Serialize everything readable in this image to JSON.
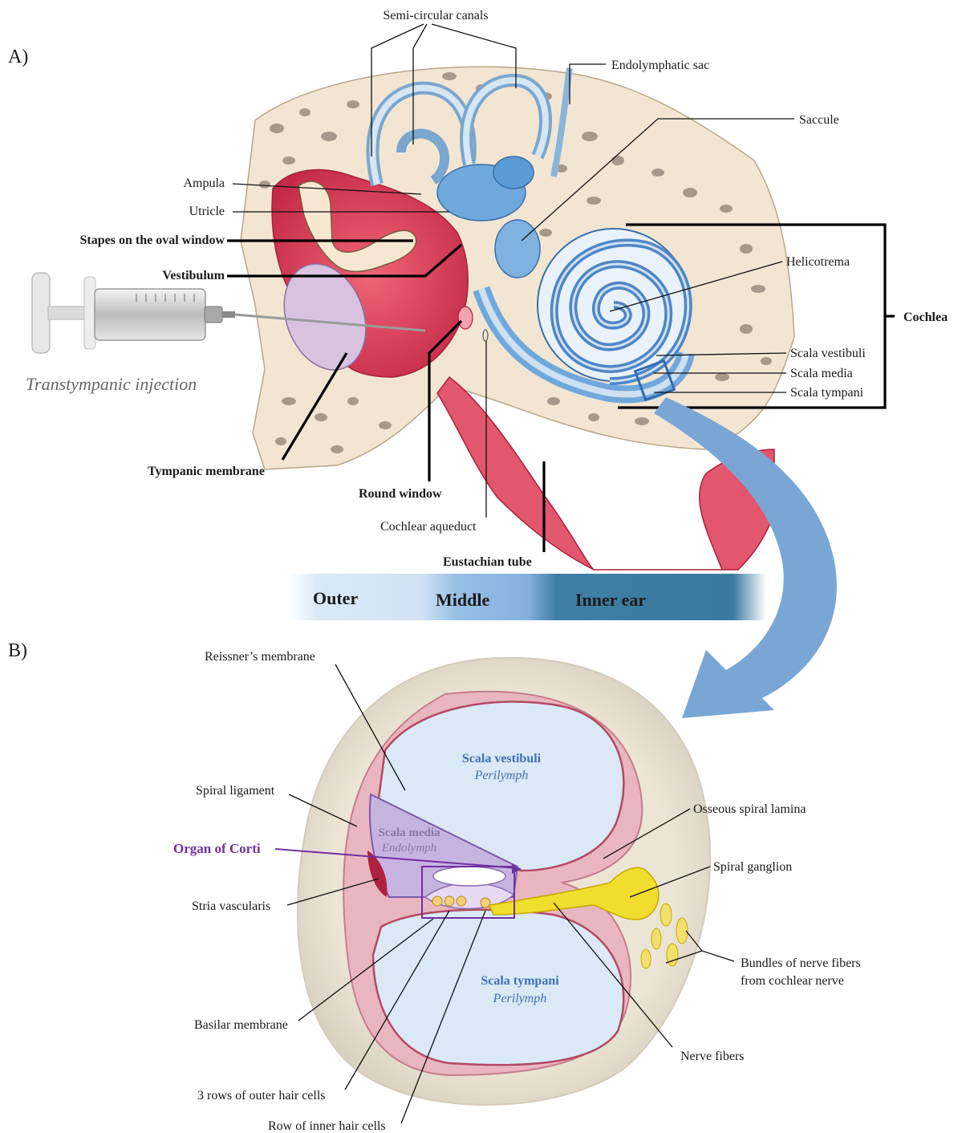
{
  "panels": {
    "a": "A)",
    "b": "B)"
  },
  "panel_a": {
    "labels": {
      "semicircular": "Semi-circular canals",
      "endolymphatic_sac": "Endolymphatic sac",
      "saccule": "Saccule",
      "ampula": "Ampula",
      "utricle": "Utricle",
      "stapes": "Stapes on the oval window",
      "vestibulum": "Vestibulum",
      "helicotrema": "Helicotrema",
      "cochlea": "Cochlea",
      "scala_vestibuli": "Scala vestibuli",
      "scala_media": "Scala media",
      "scala_tympani": "Scala tympani",
      "injection": "Transtympanic injection",
      "tympanic_membrane": "Tympanic membrane",
      "round_window": "Round window",
      "cochlear_aqueduct": "Cochlear aqueduct",
      "eustachian_tube": "Eustachian tube"
    },
    "regions": {
      "outer": "Outer",
      "middle": "Middle",
      "inner": "Inner ear"
    }
  },
  "panel_b": {
    "labels": {
      "reissner": "Reissner’s membrane",
      "spiral_ligament": "Spiral ligament",
      "organ_of_corti": "Organ of Corti",
      "stria_vascularis": "Stria vascularis",
      "basilar_membrane": "Basilar membrane",
      "outer_hair_cells": "3 rows of outer hair cells",
      "inner_hair_cells": "Row of inner hair cells",
      "osseous_lamina": "Osseous spiral lamina",
      "spiral_ganglion": "Spiral ganglion",
      "nerve_bundles_1": "Bundles of nerve fibers",
      "nerve_bundles_2": "from cochlear nerve",
      "nerve_fibers": "Nerve fibers",
      "sv_name": "Scala vestibuli",
      "sv_fluid": "Perilymph",
      "sm_name": "Scala media",
      "sm_fluid": "Endolymph",
      "st_name": "Scala tympani",
      "st_fluid": "Perilymph"
    }
  },
  "colors": {
    "perilymph_blue": "#3f6fb5",
    "corti_purple": "#7030a0",
    "arrow_blue": "#7aa6d6",
    "bone": "#f2e6d3",
    "tissue_red": "#d9415a"
  }
}
